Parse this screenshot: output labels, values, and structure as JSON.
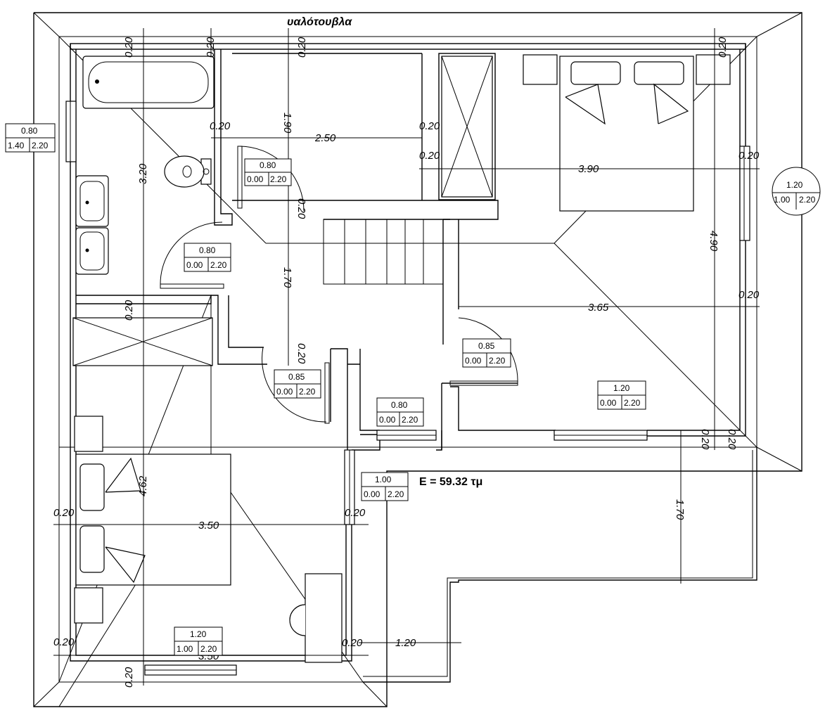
{
  "title": "υαλότουβλα",
  "area_label": "E = 59.32 τμ",
  "dimensions": {
    "d_020_a": "0.20",
    "d_020_b": "0.20",
    "d_020_c": "0.20",
    "d_020_d": "0.20",
    "d_320": "3.20",
    "d_190": "1.90",
    "d_250": "2.50",
    "d_020_e": "0.20",
    "d_020_f": "0.20",
    "d_020_g": "0.20",
    "d_390": "3.90",
    "d_020_h": "0.20",
    "d_020_i": "0.20",
    "d_170_a": "1.70",
    "d_365": "3.65",
    "d_490": "4.90",
    "d_020_j": "0.20",
    "d_020_k": "0.20",
    "d_020_l": "0.20",
    "d_020_m": "0.20",
    "d_020_n": "0.20",
    "d_462": "4.62",
    "d_020_o": "0.20",
    "d_350_a": "3.50",
    "d_020_p": "0.20",
    "d_170_b": "1.70",
    "d_020_q": "0.20",
    "d_120": "1.20",
    "d_350_b": "3.50",
    "d_020_r": "0.20"
  },
  "openings": [
    {
      "w": "0.80",
      "sill": "1.40",
      "h": "2.20"
    },
    {
      "w": "0.80",
      "sill": "0.00",
      "h": "2.20"
    },
    {
      "w": "0.80",
      "sill": "0.00",
      "h": "2.20"
    },
    {
      "w": "0.85",
      "sill": "0.00",
      "h": "2.20"
    },
    {
      "w": "0.85",
      "sill": "0.00",
      "h": "2.20"
    },
    {
      "w": "0.80",
      "sill": "0.00",
      "h": "2.20"
    },
    {
      "w": "1.20",
      "sill": "0.00",
      "h": "2.20"
    },
    {
      "w": "1.00",
      "sill": "0.00",
      "h": "2.20"
    },
    {
      "w": "1.20",
      "sill": "1.00",
      "h": "2.20"
    },
    {
      "w": "1.20",
      "sill": "1.00",
      "h": "2.20"
    }
  ]
}
